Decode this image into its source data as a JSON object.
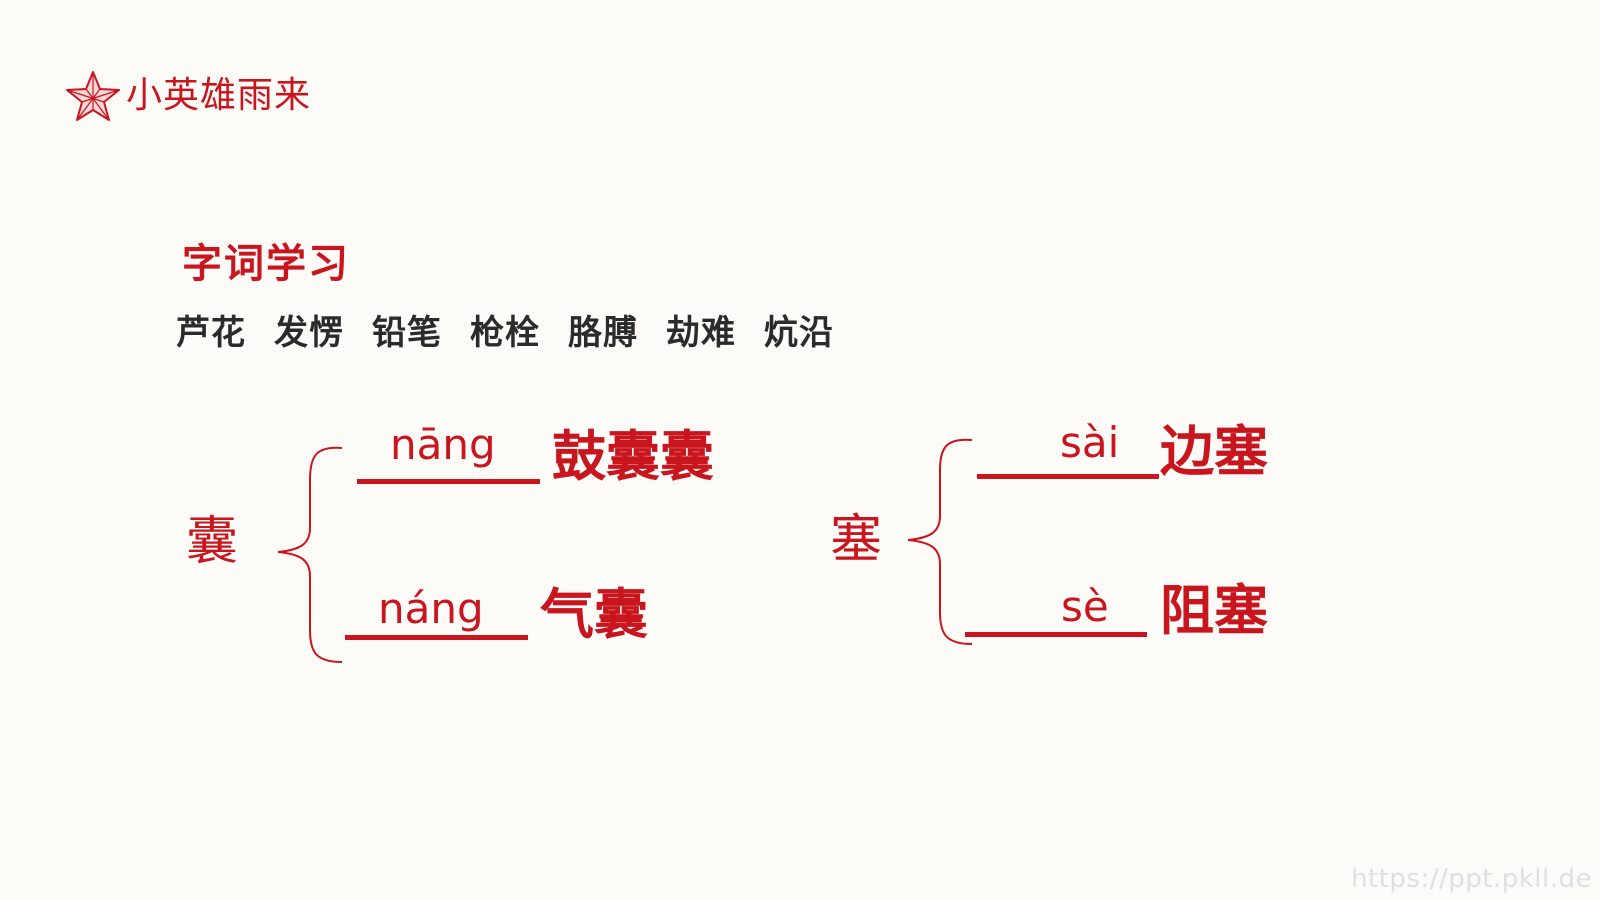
{
  "header": {
    "icon": "star-icon",
    "title": "小英雄雨来"
  },
  "section": {
    "title": "字词学习",
    "vocab": [
      "芦花",
      "发愣",
      "铅笔",
      "枪栓",
      "胳膊",
      "劫难",
      "炕沿"
    ]
  },
  "groups": [
    {
      "char": "囊",
      "entries": [
        {
          "pinyin": "nāng",
          "word": "鼓囊囊"
        },
        {
          "pinyin": "náng",
          "word": "气囊"
        }
      ]
    },
    {
      "char": "塞",
      "entries": [
        {
          "pinyin": "sài",
          "word": "边塞"
        },
        {
          "pinyin": "sè",
          "word": "阻塞"
        }
      ]
    }
  ],
  "watermark": "https://ppt.pkll.de",
  "colors": {
    "accent": "#c9151e",
    "text": "#2b2b2b",
    "background": "#fcfbf8"
  }
}
